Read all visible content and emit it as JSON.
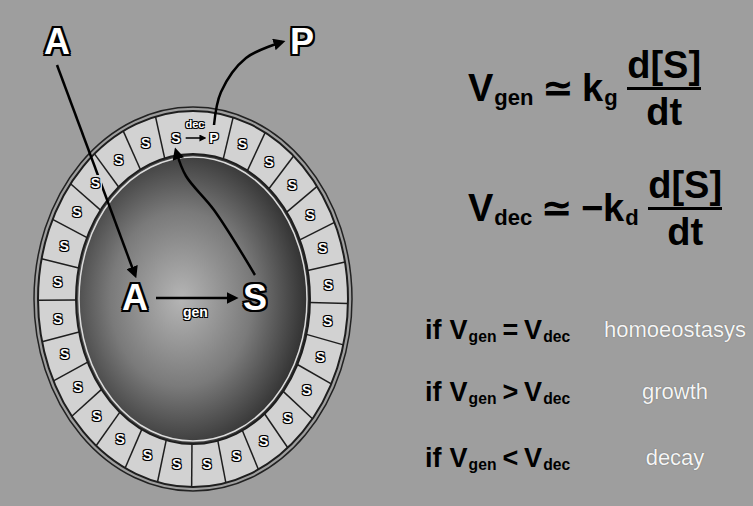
{
  "diagram": {
    "nodes": [
      {
        "text": [
          "A"
        ]
      },
      {
        "text": [
          "P"
        ]
      },
      {
        "text": [
          "A"
        ]
      },
      {
        "text": [
          "S"
        ]
      },
      {
        "text": [
          "S"
        ]
      },
      {
        "text": [
          "P"
        ]
      },
      {
        "text": [
          "S"
        ]
      },
      {
        "text": [
          "S"
        ]
      },
      {
        "text": [
          "S"
        ]
      },
      {
        "text": [
          "S"
        ]
      },
      {
        "text": [
          "S"
        ]
      },
      {
        "text": [
          "S"
        ]
      },
      {
        "text": [
          "S"
        ]
      },
      {
        "text": [
          "S"
        ]
      },
      {
        "text": [
          "S"
        ]
      },
      {
        "text": [
          "S"
        ]
      },
      {
        "text": [
          "S"
        ]
      },
      {
        "text": [
          "S"
        ]
      },
      {
        "text": [
          "S"
        ]
      },
      {
        "text": [
          "S"
        ]
      },
      {
        "text": [
          "S"
        ]
      },
      {
        "text": [
          "S"
        ]
      },
      {
        "text": [
          "S"
        ]
      },
      {
        "text": [
          "S"
        ]
      },
      {
        "text": [
          "S"
        ]
      },
      {
        "text": [
          "S"
        ]
      },
      {
        "text": [
          "S"
        ]
      },
      {
        "text": [
          "S"
        ]
      },
      {
        "text": [
          "S"
        ]
      },
      {
        "text": [
          "S"
        ]
      },
      {
        "text": [
          "S"
        ]
      },
      {
        "text": [
          "S"
        ]
      }
    ],
    "edges": [
      {
        "from": 0,
        "to": 2,
        "arrow": "to"
      },
      {
        "from": 2,
        "to": 3,
        "label": "gen",
        "arrow": "to"
      },
      {
        "from": 3,
        "to": 4,
        "arrow": "to"
      },
      {
        "from": 4,
        "to": 5,
        "label": "dec",
        "arrow": "to"
      },
      {
        "from": 5,
        "to": 1,
        "arrow": "to"
      }
    ],
    "labels": [
      "V",
      "gen",
      "≃",
      "k",
      "g",
      "d[S]",
      "dt",
      "V",
      "dec",
      "≃",
      "−k",
      "d",
      "d[S]",
      "dt",
      "if",
      "V",
      "gen",
      "=",
      "V",
      "dec",
      "homoeostasys",
      "if",
      "V",
      "gen",
      ">",
      "V",
      "dec",
      "growth",
      "if",
      "V",
      "gen",
      "<",
      "V",
      "dec",
      "decay"
    ]
  }
}
